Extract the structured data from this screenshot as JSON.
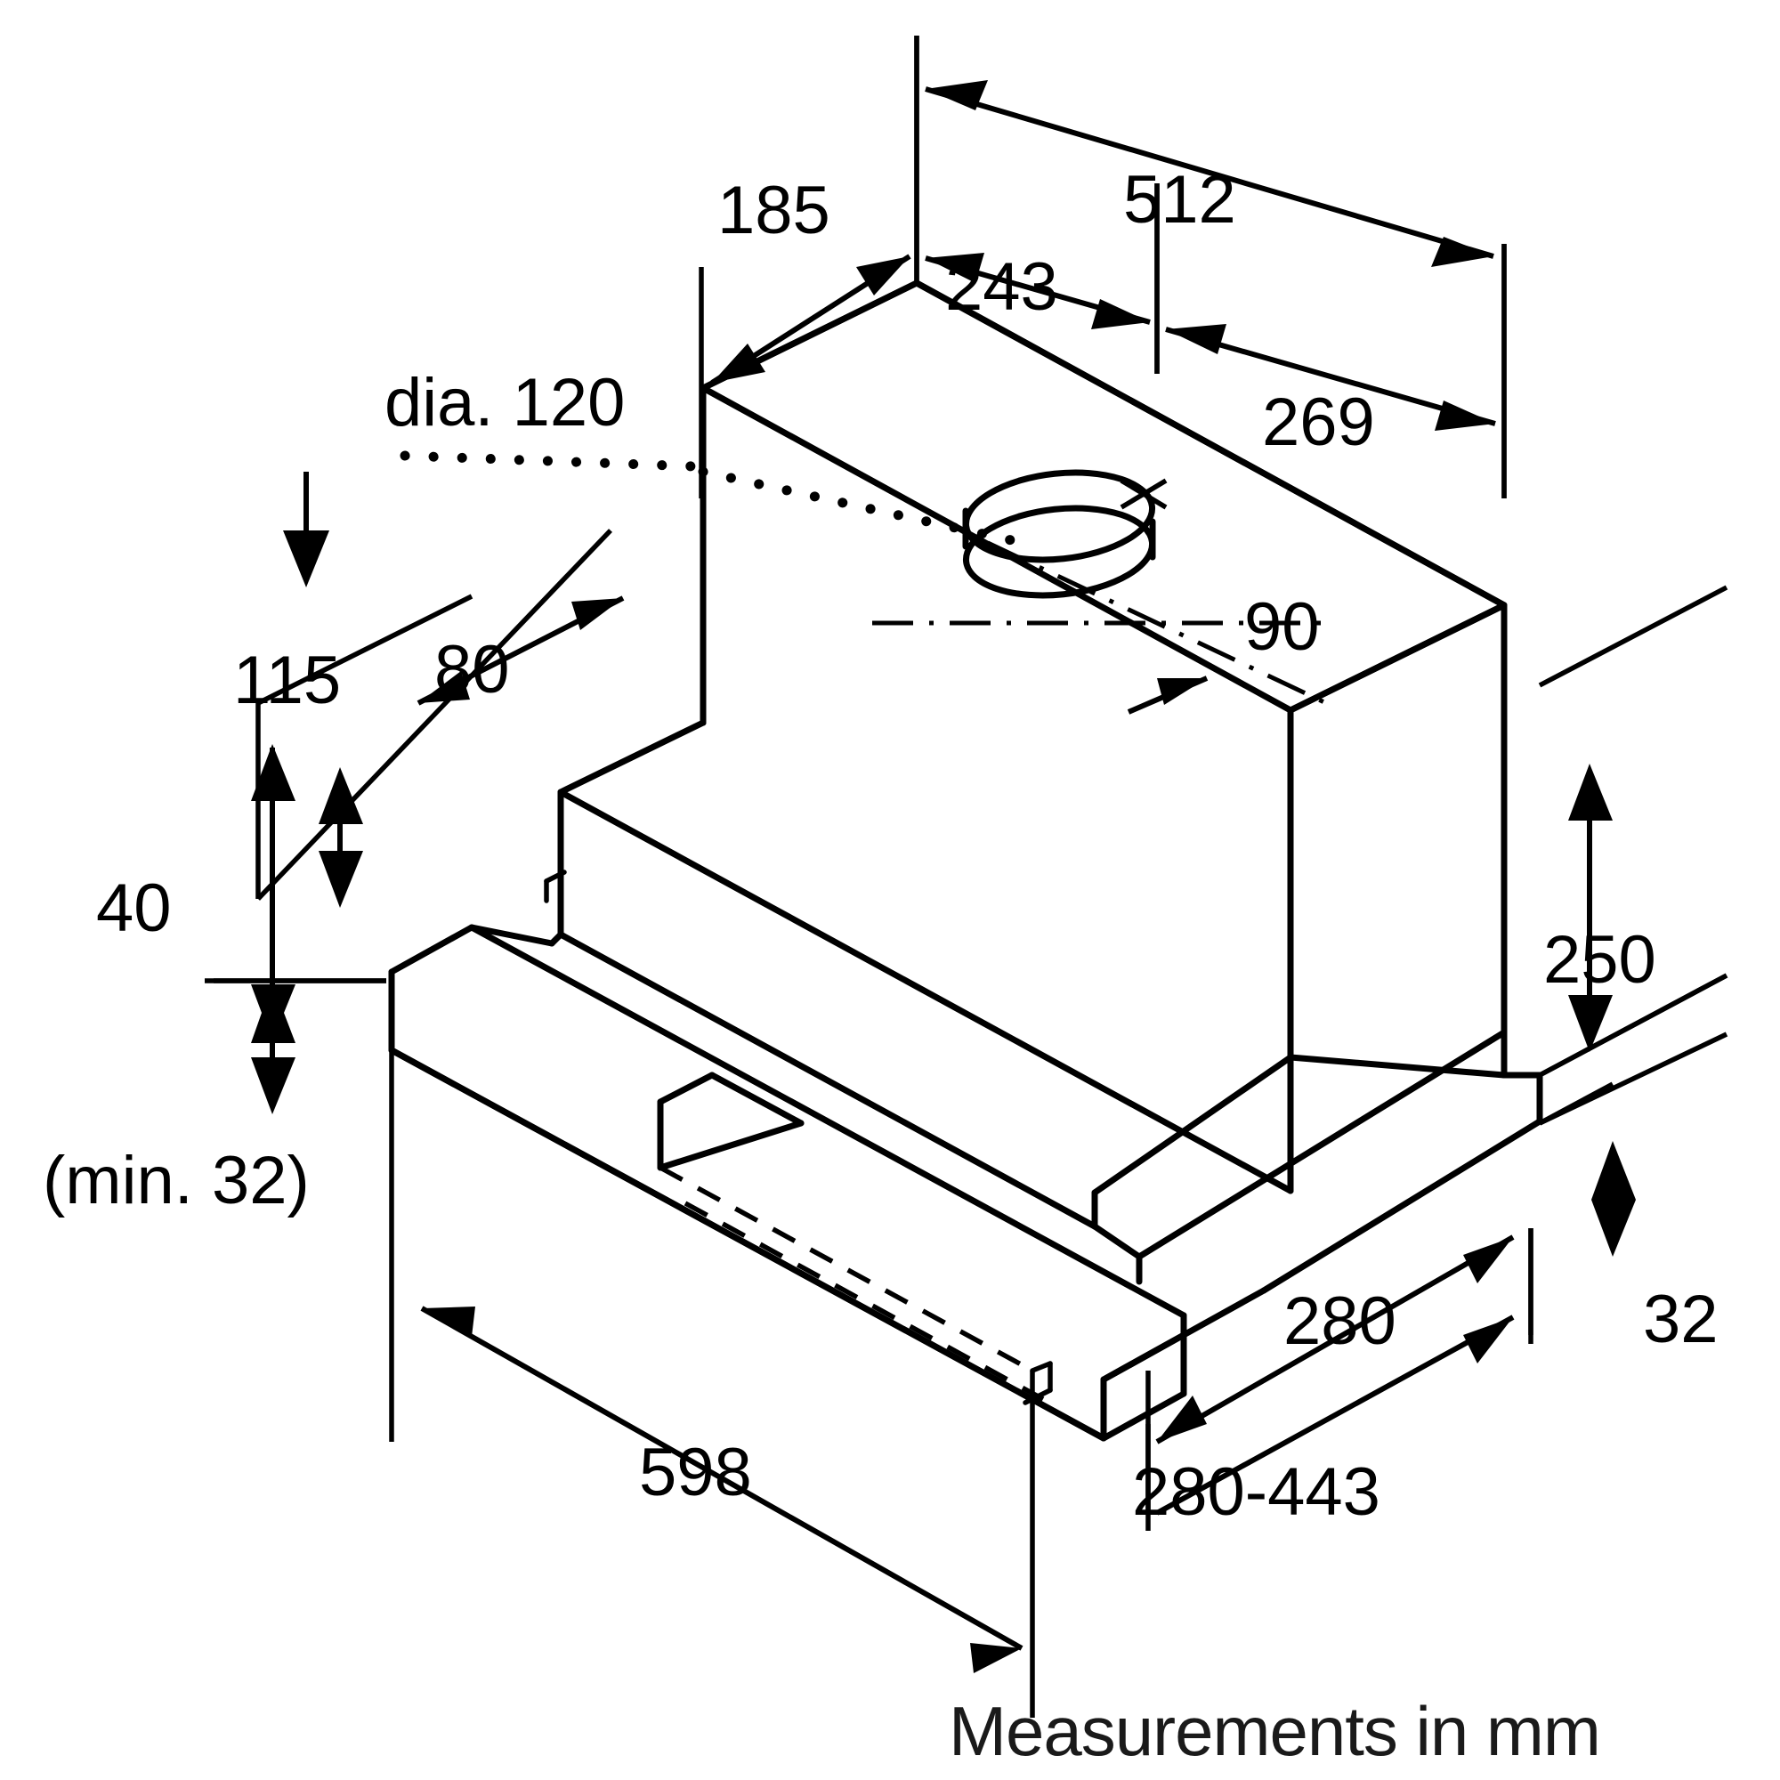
{
  "drawing": {
    "title": "Telescopic cooker hood dimensional drawing",
    "units_note": "Measurements in mm",
    "line_color": "#000000",
    "background_color": "#ffffff"
  },
  "dimensions": {
    "d_185": "185",
    "d_512": "512",
    "d_243": "243",
    "d_269": "269",
    "d_dia120": "dia. 120",
    "d_90": "90",
    "d_115": "115",
    "d_80": "80",
    "d_40": "40",
    "d_min32": "(min. 32)",
    "d_250": "250",
    "d_32": "32",
    "d_280": "280",
    "d_280_443": "280-443",
    "d_598": "598"
  },
  "chart_data": {
    "type": "table",
    "title": "Telescopic cooker hood dimensions",
    "xlabel": "",
    "ylabel": "",
    "categories": [
      "185",
      "512",
      "243",
      "269",
      "dia. 120",
      "90",
      "115",
      "80",
      "40",
      "(min. 32)",
      "250",
      "32",
      "280",
      "280-443",
      "598"
    ],
    "values": [
      185,
      512,
      243,
      269,
      120,
      90,
      115,
      80,
      40,
      32,
      250,
      32,
      280,
      443,
      598
    ],
    "annotations": [
      "Measurements in mm"
    ]
  }
}
